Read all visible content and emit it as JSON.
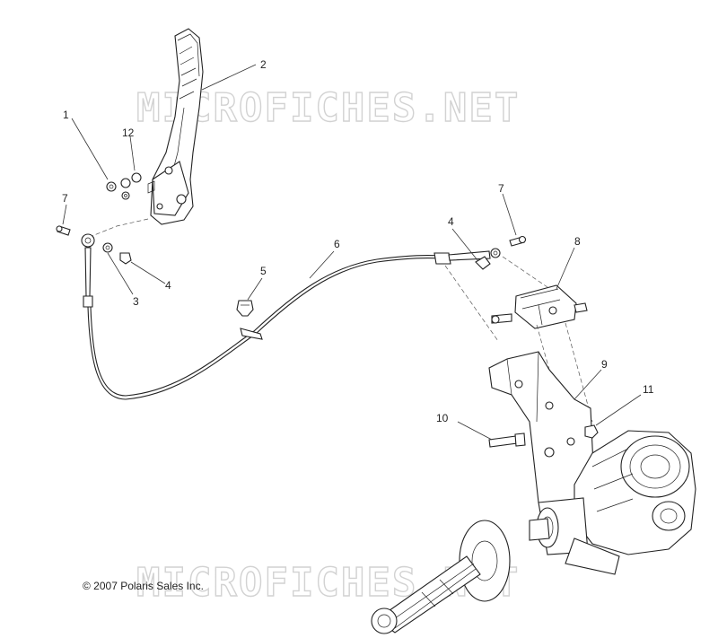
{
  "watermark": {
    "text": "MICROFICHES.NET"
  },
  "copyright": "© 2007 Polaris Sales Inc.",
  "callouts": [
    {
      "id": "1",
      "label": "1"
    },
    {
      "id": "2",
      "label": "2"
    },
    {
      "id": "3",
      "label": "3"
    },
    {
      "id": "4a",
      "label": "4"
    },
    {
      "id": "4b",
      "label": "4"
    },
    {
      "id": "5",
      "label": "5"
    },
    {
      "id": "6",
      "label": "6"
    },
    {
      "id": "7a",
      "label": "7"
    },
    {
      "id": "7b",
      "label": "7"
    },
    {
      "id": "8",
      "label": "8"
    },
    {
      "id": "9",
      "label": "9"
    },
    {
      "id": "10",
      "label": "10"
    },
    {
      "id": "11",
      "label": "11"
    },
    {
      "id": "12",
      "label": "12"
    }
  ]
}
